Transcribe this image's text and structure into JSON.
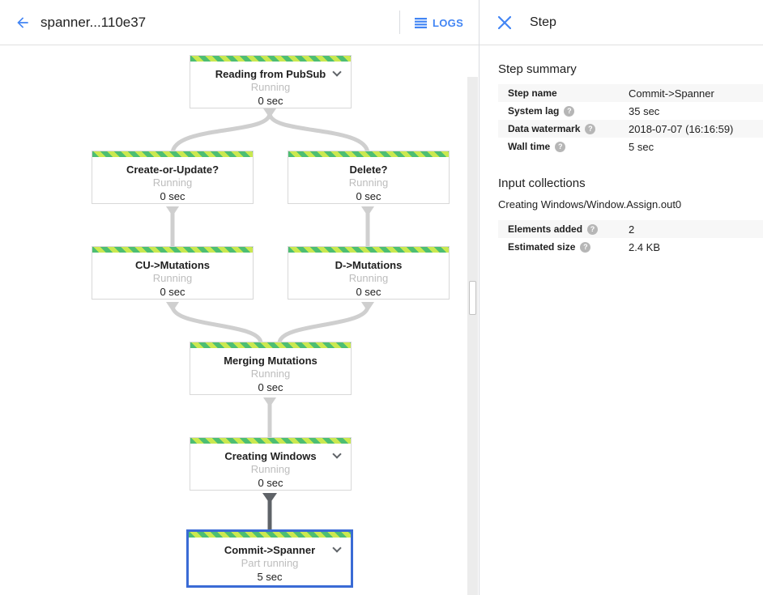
{
  "header": {
    "title": "spanner...110e37",
    "logs_label": "LOGS"
  },
  "panel": {
    "title": "Step",
    "step_summary": {
      "heading": "Step summary",
      "rows": [
        {
          "label": "Step name",
          "value": "Commit->Spanner"
        },
        {
          "label": "System lag",
          "value": "35 sec"
        },
        {
          "label": "Data watermark",
          "value": "2018-07-07 (16:16:59)"
        },
        {
          "label": "Wall time",
          "value": "5 sec"
        }
      ]
    },
    "input_collections": {
      "heading": "Input collections",
      "collection_name": "Creating Windows/Window.Assign.out0",
      "rows": [
        {
          "label": "Elements added",
          "value": "2"
        },
        {
          "label": "Estimated size",
          "value": "2.4 KB"
        }
      ]
    }
  },
  "graph": {
    "nodes": [
      {
        "title": "Reading from PubSub",
        "status": "Running",
        "time": "0 sec"
      },
      {
        "title": "Create-or-Update?",
        "status": "Running",
        "time": "0 sec"
      },
      {
        "title": "Delete?",
        "status": "Running",
        "time": "0 sec"
      },
      {
        "title": "CU->Mutations",
        "status": "Running",
        "time": "0 sec"
      },
      {
        "title": "D->Mutations",
        "status": "Running",
        "time": "0 sec"
      },
      {
        "title": "Merging Mutations",
        "status": "Running",
        "time": "0 sec"
      },
      {
        "title": "Creating Windows",
        "status": "Running",
        "time": "0 sec"
      },
      {
        "title": "Commit->Spanner",
        "status": "Part running",
        "time": "5 sec"
      }
    ]
  },
  "icons": {
    "back": "arrow-left",
    "logs": "list-lines",
    "close": "x-mark",
    "help": "question-mark-circle",
    "node_expand": "chevron-down"
  },
  "colors": {
    "accent_blue": "#4285f4",
    "selected_node_border": "#3a6bd5",
    "stripe_green": "#4dbe73",
    "stripe_lime": "#cae850",
    "edge_gray": "#cfcfcf",
    "edge_dark": "#5f6368",
    "row_alt_background": "#f7f7f7"
  }
}
